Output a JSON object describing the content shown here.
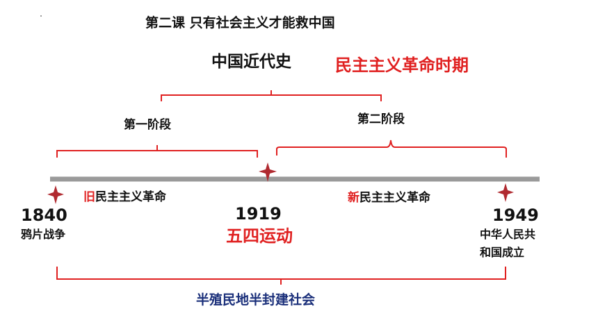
{
  "title": "第二课 只有社会主义才能救中国",
  "subtitle": "中国近代史",
  "period": "民主主义革命时期",
  "stages": {
    "first": "第一阶段",
    "second": "第二阶段"
  },
  "revolutions": {
    "old_prefix": "旧",
    "old_rest": "民主主义革命",
    "new_prefix": "新",
    "new_rest": "民主主义革命"
  },
  "events": [
    {
      "year": "1840",
      "label": "鸦片战争"
    },
    {
      "year": "1919",
      "label": "五四运动"
    },
    {
      "year": "1949",
      "label_line1": "中华人民共",
      "label_line2": "和国成立"
    }
  ],
  "society": "半殖民地半封建社会",
  "colors": {
    "red": "#e02020",
    "navy": "#1a2f7a",
    "axis": "#9a9a9a",
    "marker": "#b02a30"
  }
}
